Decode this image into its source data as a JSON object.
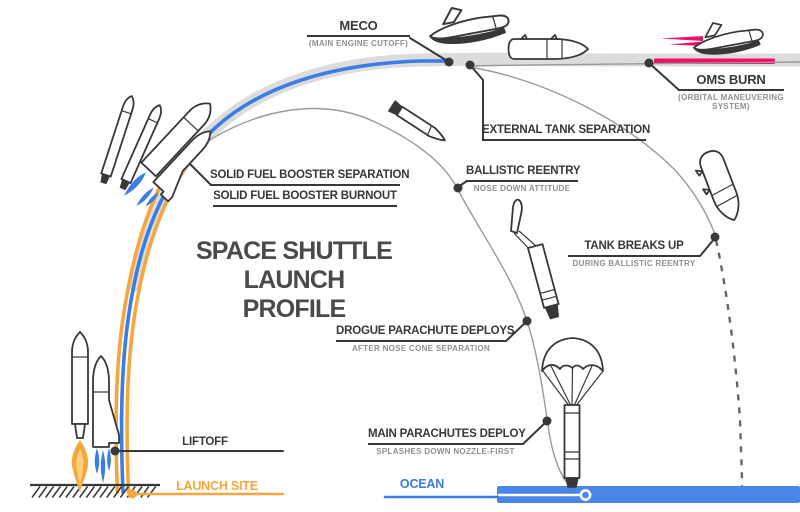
{
  "title": {
    "line1": "SPACE SHUTTLE",
    "line2": "LAUNCH PROFILE"
  },
  "labels": {
    "meco": {
      "title": "MECO",
      "subtitle": "(MAIN ENGINE CUTOFF)"
    },
    "external_tank_separation": {
      "title": "EXTERNAL TANK SEPARATION"
    },
    "oms_burn": {
      "title": "OMS BURN",
      "subtitle": "(ORBITAL MANEUVERING SYSTEM)"
    },
    "booster_separation": {
      "title": "SOLID FUEL BOOSTER SEPARATION",
      "title2": "SOLID FUEL BOOSTER BURNOUT"
    },
    "ballistic_reentry": {
      "title": "BALLISTIC REENTRY",
      "subtitle": "NOSE DOWN ATTITUDE"
    },
    "tank_breaks_up": {
      "title": "TANK BREAKS UP",
      "subtitle": "DURING BALLISTIC REENTRY"
    },
    "drogue_parachute": {
      "title": "DROGUE PARACHUTE DEPLOYS",
      "subtitle": "AFTER NOSE CONE SEPARATION"
    },
    "main_parachutes": {
      "title": "MAIN PARACHUTES DEPLOY",
      "subtitle": "SPLASHES DOWN NOZZLE-FIRST"
    },
    "liftoff": {
      "title": "LIFTOFF"
    },
    "launch_site": {
      "title": "LAUNCH SITE"
    },
    "ocean": {
      "title": "OCEAN"
    }
  },
  "icons": [
    "shuttle-liftoff-stack-icon",
    "booster-separation-stack-icon",
    "tumbling-boosters-icon",
    "orbiter-after-meco-icon",
    "external-tank-horizontal-icon",
    "oms-burn-orbiter-icon",
    "falling-external-tank-icon",
    "ballistic-booster-icon",
    "drogue-nose-cone-booster-icon",
    "main-parachute-booster-icon",
    "ground-hatching-icon",
    "ocean-water-icon"
  ],
  "colors": {
    "bg": "#ffffff",
    "ink": "#383838",
    "muted": "#8f8f8f",
    "title": "#4a4a4a",
    "band": "#dcdcdc",
    "thin": "#9a9a9a",
    "dash": "#666666",
    "blue": "#3b7de2",
    "orange": "#f6a63c",
    "flameInner": "#fcd27e",
    "pink": "#ee1167",
    "ocean": "#4a86e8"
  }
}
